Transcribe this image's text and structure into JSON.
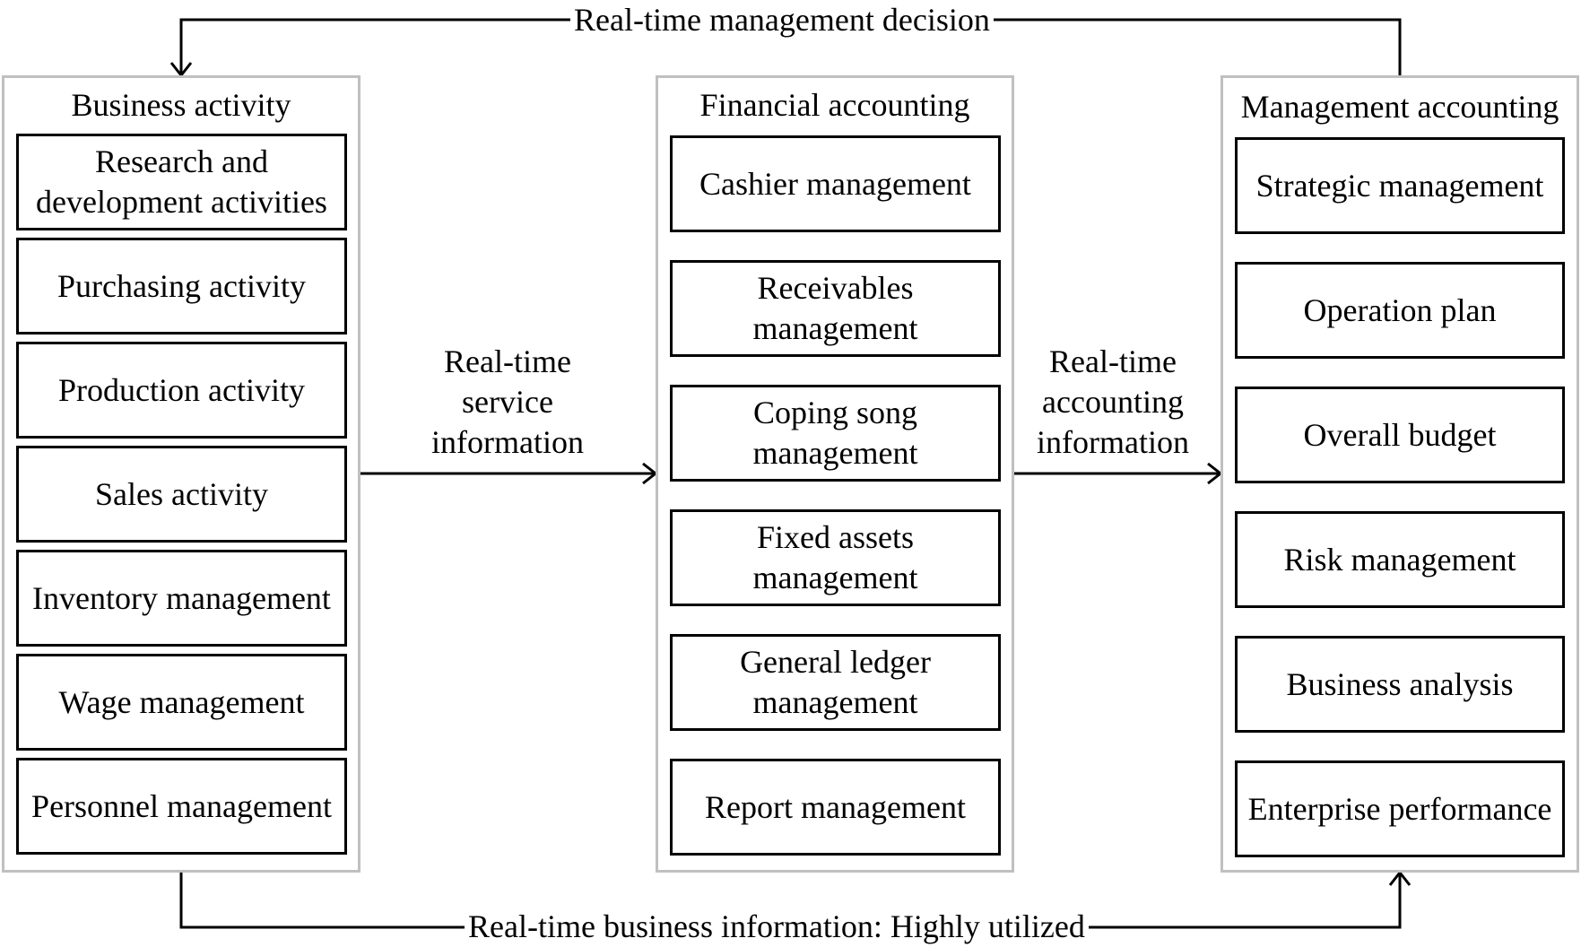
{
  "panels": {
    "business": {
      "title": "Business activity",
      "items": [
        "Research and development activities",
        "Purchasing activity",
        "Production activity",
        "Sales activity",
        "Inventory management",
        "Wage management",
        "Personnel management"
      ]
    },
    "financial": {
      "title": "Financial accounting",
      "items": [
        "Cashier management",
        "Receivables management",
        "Coping song management",
        "Fixed assets management",
        "General ledger management",
        "Report management"
      ]
    },
    "management": {
      "title": "Management accounting",
      "items": [
        "Strategic management",
        "Operation plan",
        "Overall budget",
        "Risk management",
        "Business analysis",
        "Enterprise performance"
      ]
    }
  },
  "flows": {
    "top": "Real-time management decision",
    "bottom": "Real-time business information: Highly utilized",
    "service": [
      "Real-time",
      "service",
      "information"
    ],
    "accounting": [
      "Real-time",
      "accounting",
      "information"
    ]
  }
}
